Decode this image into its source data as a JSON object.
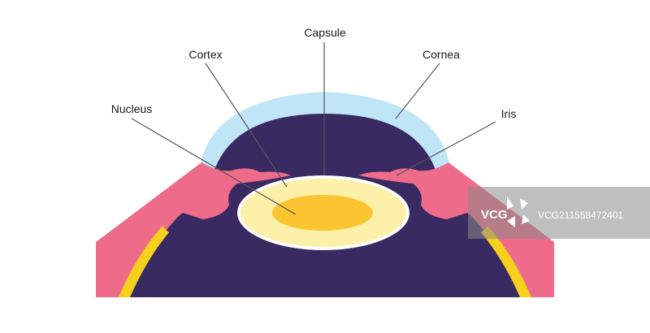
{
  "labels": {
    "capsule": "Capsule",
    "cortex": "Cortex",
    "cornea": "Cornea",
    "nucleus": "Nucleus",
    "iris": "Iris"
  },
  "watermark": {
    "logo": "VCG",
    "id": "VCG211558472401"
  },
  "colors": {
    "cornea": "#bfe5f7",
    "chamber": "#3a2a62",
    "sclera": "#ee6c8a",
    "lens_cortex": "#fdf0a8",
    "lens_nucleus": "#fbc531",
    "ciliary": "#f5d11b",
    "leader_line": "#555555",
    "watermark_bg": "#8a8a8a"
  }
}
